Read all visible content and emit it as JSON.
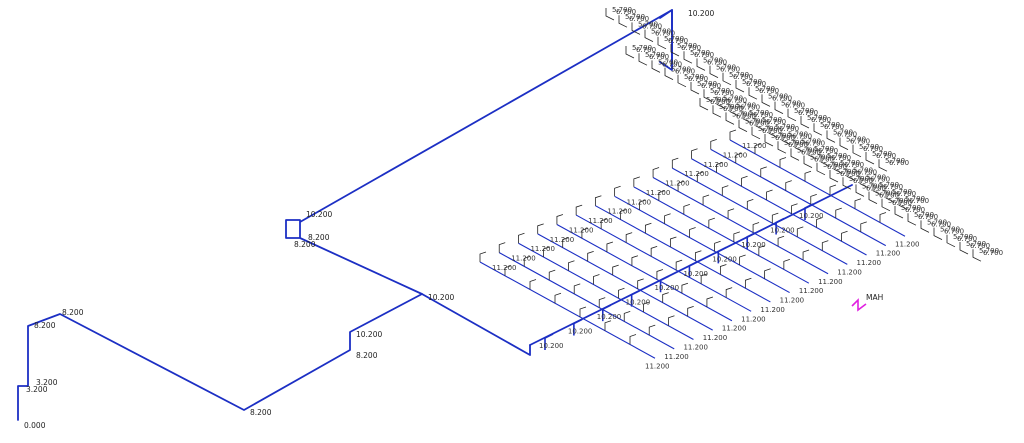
{
  "main_labels": [
    {
      "text": "0.000"
    },
    {
      "text": "3.200"
    },
    {
      "text": "3.200"
    },
    {
      "text": "8.200"
    },
    {
      "text": "8.200"
    },
    {
      "text": "8.200"
    },
    {
      "text": "8.200"
    },
    {
      "text": "10.200"
    },
    {
      "text": "8.200"
    },
    {
      "text": "10.200"
    },
    {
      "text": "8.200"
    },
    {
      "text": "10.200"
    },
    {
      "text": "10.200"
    },
    {
      "text": "MAH"
    }
  ],
  "branch_label": "11.200",
  "riser_label": "10.200",
  "back_label": "5.700",
  "back_label_top": "6.700",
  "colors": {
    "pipe": "#1c2fc4",
    "marker": "#e020e0",
    "sprinkler": "#222222"
  }
}
